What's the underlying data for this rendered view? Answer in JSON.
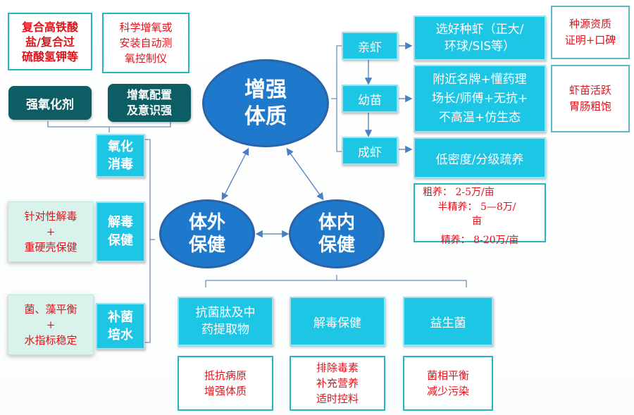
{
  "top_left": {
    "chem": "复合高铁酸\n盐/复合过\n硫酸氢钾等",
    "aerate": "科学增氧或\n安装自动测\n氧控制仪",
    "oxidant": "强氧化剂",
    "aeration_cfg": "增氧配置\n及意识强"
  },
  "left_col": {
    "oxidize": "氧化\n消毒",
    "detox": "解毒\n保健",
    "bacteria": "补菌\n培水"
  },
  "left_mint": {
    "detox_note": "针对性解毒\n+\n重硬壳保健",
    "balance_note": "菌、藻平衡\n+\n水指标稳定"
  },
  "circles": {
    "strengthen": "增强\n体质",
    "external": "体外\n保健",
    "internal": "体内\n保健"
  },
  "stages": {
    "parent": "亲虾",
    "juvenile": "幼苗",
    "adult": "成虾"
  },
  "stage_notes": {
    "parent_note": "选好种虾（正大/\n环球/SIS等）",
    "juvenile_note": "附近名牌+懂药理\n场长/师傅+无抗+\n不高温+仿生态",
    "adult_note": "低密度/分级疏养"
  },
  "right_notes": {
    "source": "种源资质\n证明+口碑",
    "active": "虾苗活跃\n胃肠粗饱"
  },
  "density": {
    "rough": "粗养：  2-5万/亩",
    "semi": "半精养：  5—8万/\n亩",
    "fine": "精养：  8-20万/亩"
  },
  "bottom": {
    "peptide": "抗菌肽及中\n药提取物",
    "detox": "解毒保健",
    "probiotic": "益生菌",
    "peptide_note": "抵抗病原\n增强体质",
    "detox_note": "排除毒素\n补充营养\n适时控料",
    "probiotic_note": "菌相平衡\n减少污染"
  }
}
